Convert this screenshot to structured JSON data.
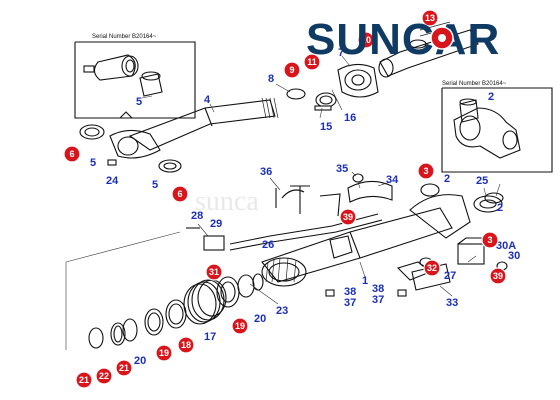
{
  "brand": {
    "logo_text": "SUNCAR",
    "logo_color": "#0f3a63",
    "accent_color": "#d9141b"
  },
  "watermark": "sunca",
  "inset_left": {
    "serial_label": "Serial Number B20164~"
  },
  "inset_right": {
    "serial_label": "Serial Number B20164~"
  },
  "callouts_plain": [
    {
      "label": "5"
    },
    {
      "label": "4"
    },
    {
      "label": "5"
    },
    {
      "label": "24"
    },
    {
      "label": "5"
    },
    {
      "label": "8"
    },
    {
      "label": "7"
    },
    {
      "label": "15"
    },
    {
      "label": "16"
    },
    {
      "label": "2"
    },
    {
      "label": "36"
    },
    {
      "label": "35"
    },
    {
      "label": "34"
    },
    {
      "label": "2"
    },
    {
      "label": "25"
    },
    {
      "label": "2"
    },
    {
      "label": "28"
    },
    {
      "label": "29"
    },
    {
      "label": "26"
    },
    {
      "label": "1"
    },
    {
      "label": "38"
    },
    {
      "label": "37"
    },
    {
      "label": "38"
    },
    {
      "label": "37"
    },
    {
      "label": "30A"
    },
    {
      "label": "30"
    },
    {
      "label": "27"
    },
    {
      "label": "33"
    },
    {
      "label": "23"
    },
    {
      "label": "20"
    },
    {
      "label": "17"
    },
    {
      "label": "20"
    }
  ],
  "callouts_badge": [
    {
      "label": "6"
    },
    {
      "label": "6"
    },
    {
      "label": "9"
    },
    {
      "label": "11"
    },
    {
      "label": "10"
    },
    {
      "label": "13"
    },
    {
      "label": "39"
    },
    {
      "label": "3"
    },
    {
      "label": "3"
    },
    {
      "label": "31"
    },
    {
      "label": "32"
    },
    {
      "label": "39"
    },
    {
      "label": "19"
    },
    {
      "label": "18"
    },
    {
      "label": "19"
    },
    {
      "label": "21"
    },
    {
      "label": "22"
    },
    {
      "label": "21"
    }
  ]
}
